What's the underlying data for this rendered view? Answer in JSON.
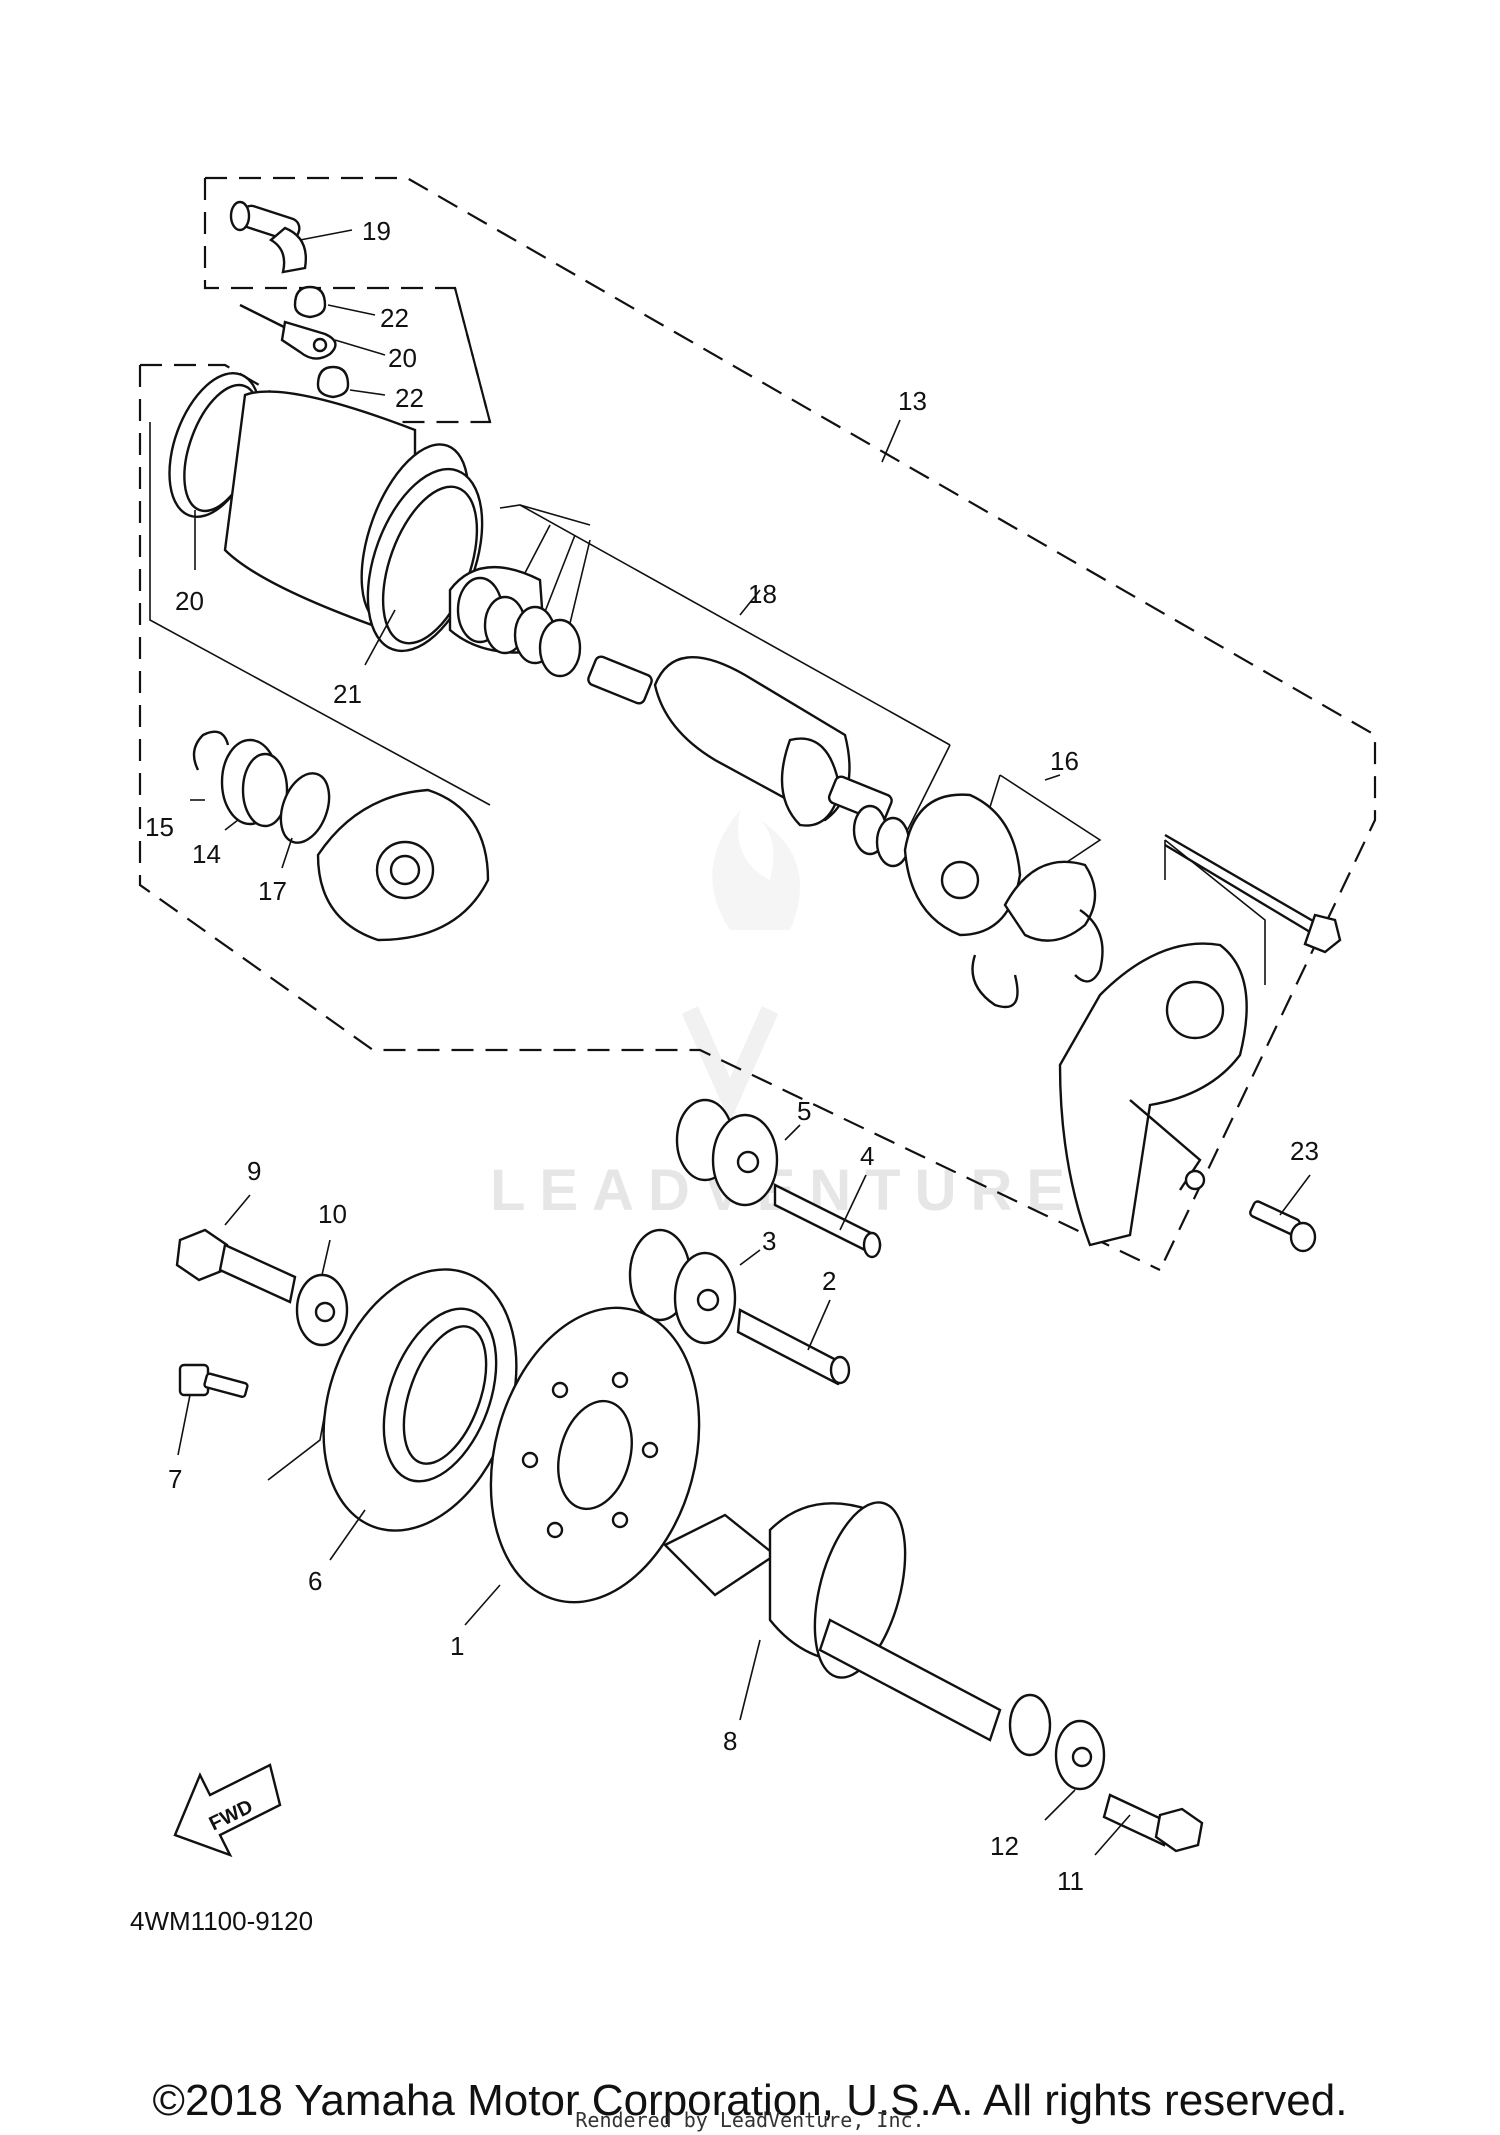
{
  "callouts": [
    "1",
    "2",
    "3",
    "4",
    "5",
    "6",
    "7",
    "8",
    "9",
    "10",
    "11",
    "12",
    "13",
    "14",
    "15",
    "16",
    "17",
    "18",
    "19",
    "20",
    "20",
    "21",
    "22",
    "22",
    "23"
  ],
  "fwd_label": "FWD",
  "drawing_number": "4WM1100-9120",
  "watermark": "LEADVENTURE",
  "copyright": "©2018 Yamaha Motor Corporation, U.S.A. All rights reserved.",
  "rendered_by": "Rendered by LeadVenture, Inc."
}
